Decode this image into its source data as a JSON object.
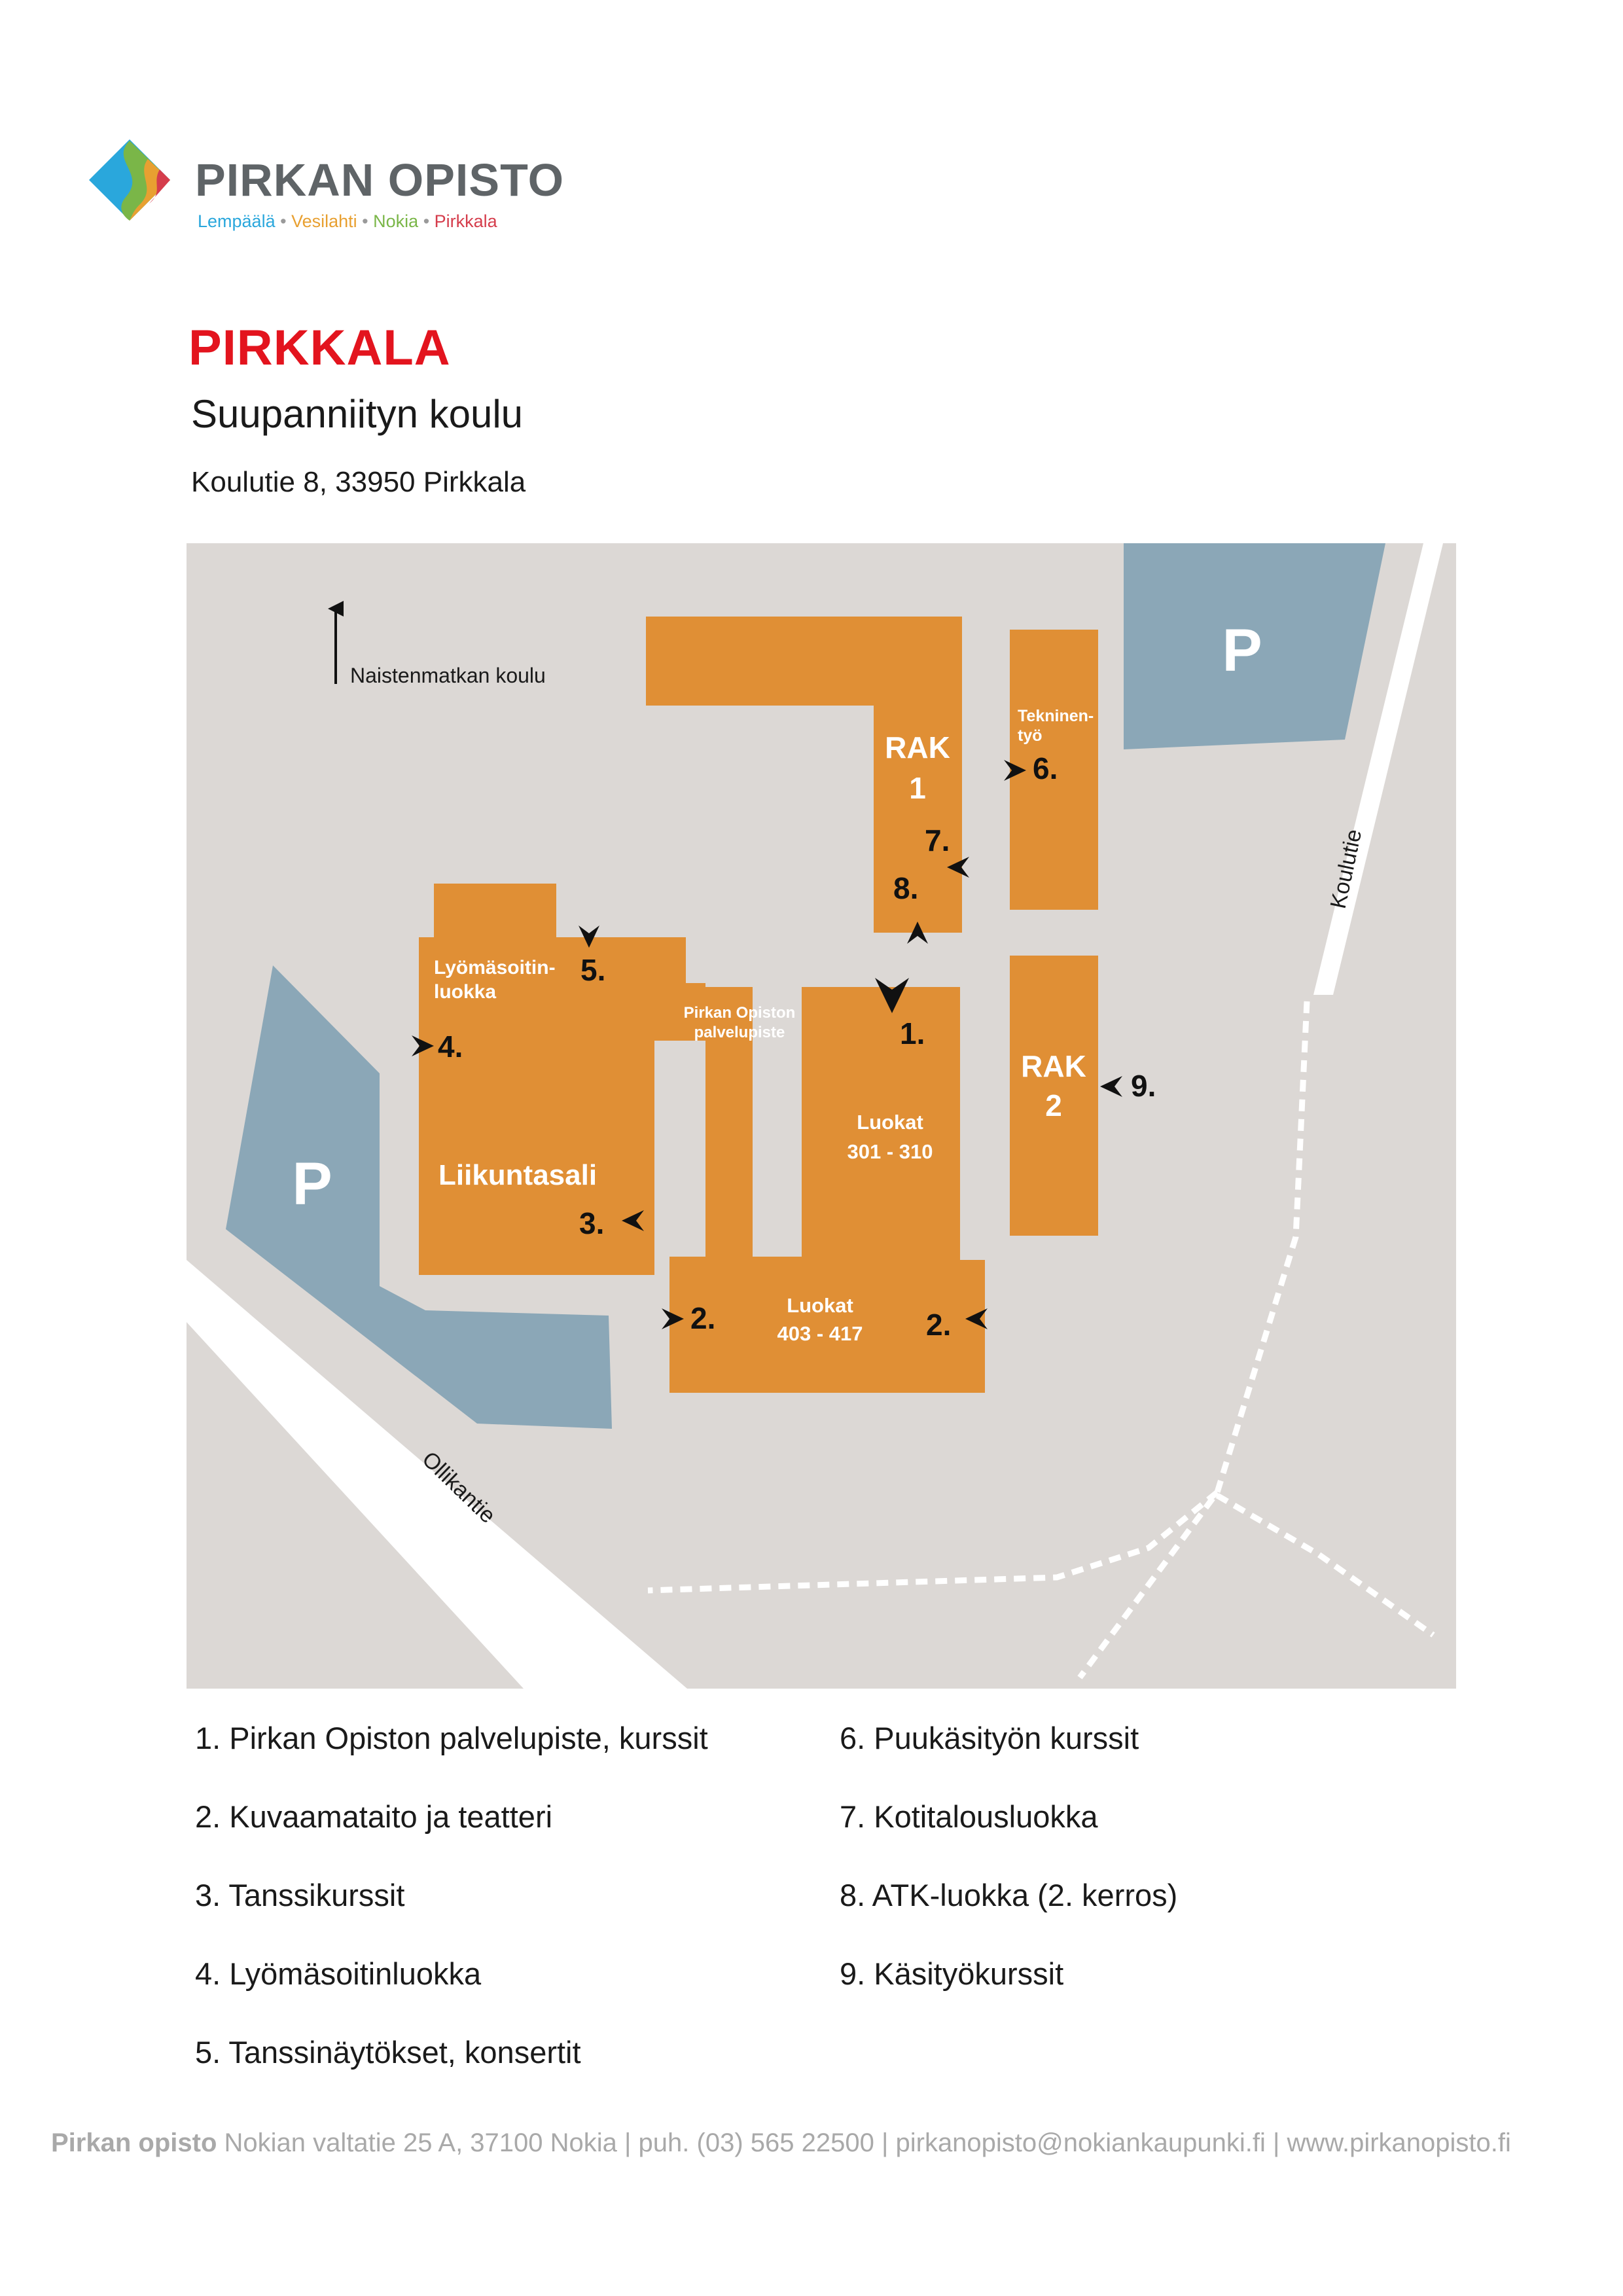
{
  "header": {
    "brand": "PIRKAN OPISTO",
    "towns": [
      "Lempäälä",
      "Vesilahti",
      "Nokia",
      "Pirkkala"
    ],
    "town_separator": "•",
    "town_colors": [
      "#2aa7dc",
      "#e8a031",
      "#7ab648",
      "#d53d4c"
    ]
  },
  "title": "PIRKKALA",
  "subtitle": "Suupanniityn koulu",
  "address": "Koulutie 8, 33950 Pirkkala",
  "map": {
    "colors": {
      "ground": "#dcd8d5",
      "building": "#e08f35",
      "parking": "#8ba7b7",
      "road": "#ffffff"
    },
    "north_label": "Naistenmatkan koulu",
    "parking_label": "P",
    "roads": {
      "koulutie": "Koulutie",
      "ollikantie": "Ollikantie"
    },
    "buildings": {
      "rak1": [
        "RAK",
        "1"
      ],
      "rak2": [
        "RAK",
        "2"
      ],
      "tekninen": [
        "Tekninen-",
        "työ"
      ],
      "lyomasoitin": [
        "Lyömäsoitin-",
        "luokka"
      ],
      "liikuntasali": "Liikuntasali",
      "palvelupiste": [
        "Pirkan Opiston",
        "palvelupiste"
      ],
      "luokat301": [
        "Luokat",
        "301 - 310"
      ],
      "luokat403": [
        "Luokat",
        "403 - 417"
      ]
    },
    "markers": {
      "m1": "1.",
      "m2a": "2.",
      "m2b": "2.",
      "m3": "3.",
      "m4": "4.",
      "m5": "5.",
      "m6": "6.",
      "m7": "7.",
      "m8": "8.",
      "m9": "9."
    }
  },
  "legend": {
    "left": [
      "1. Pirkan Opiston palvelupiste, kurssit",
      "2. Kuvaamataito ja teatteri",
      "3. Tanssikurssit",
      "4. Lyömäsoitinluokka",
      "5. Tanssinäytökset, konsertit"
    ],
    "right": [
      "6. Puukäsityön kurssit",
      "7. Kotitalousluokka",
      "8. ATK-luokka (2. kerros)",
      "9. Käsityökurssit"
    ]
  },
  "footer": {
    "org": "Pirkan opisto",
    "address": "Nokian valtatie 25 A, 37100 Nokia",
    "phone": "puh. (03) 565 22500",
    "email": "pirkanopisto@nokiankaupunki.fi",
    "web": "www.pirkanopisto.fi",
    "separator": "|"
  }
}
